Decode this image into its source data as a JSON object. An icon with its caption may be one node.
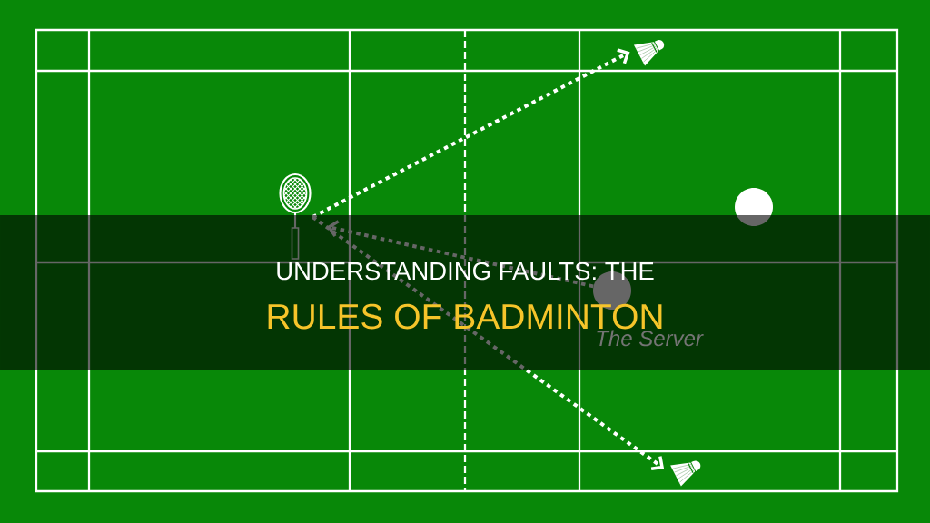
{
  "diagram": {
    "title": "UNDERSTANDING FAULTS: THE RULES OF BADMINTON",
    "nodes": [
      {
        "text": [],
        "shape": "picture"
      },
      {
        "text": [],
        "shape": "picture"
      },
      {
        "text": [],
        "shape": "circle"
      },
      {
        "text": [],
        "shape": "circle",
        "beside": [
          "The Server"
        ]
      },
      {
        "text": [],
        "shape": "picture"
      }
    ],
    "edges": [
      {
        "from": 1,
        "to": 0,
        "arrow": "to"
      },
      {
        "from": 1,
        "to": 4,
        "arrow": "to"
      },
      {
        "from": 3,
        "to": 1,
        "arrow": "to"
      }
    ]
  }
}
